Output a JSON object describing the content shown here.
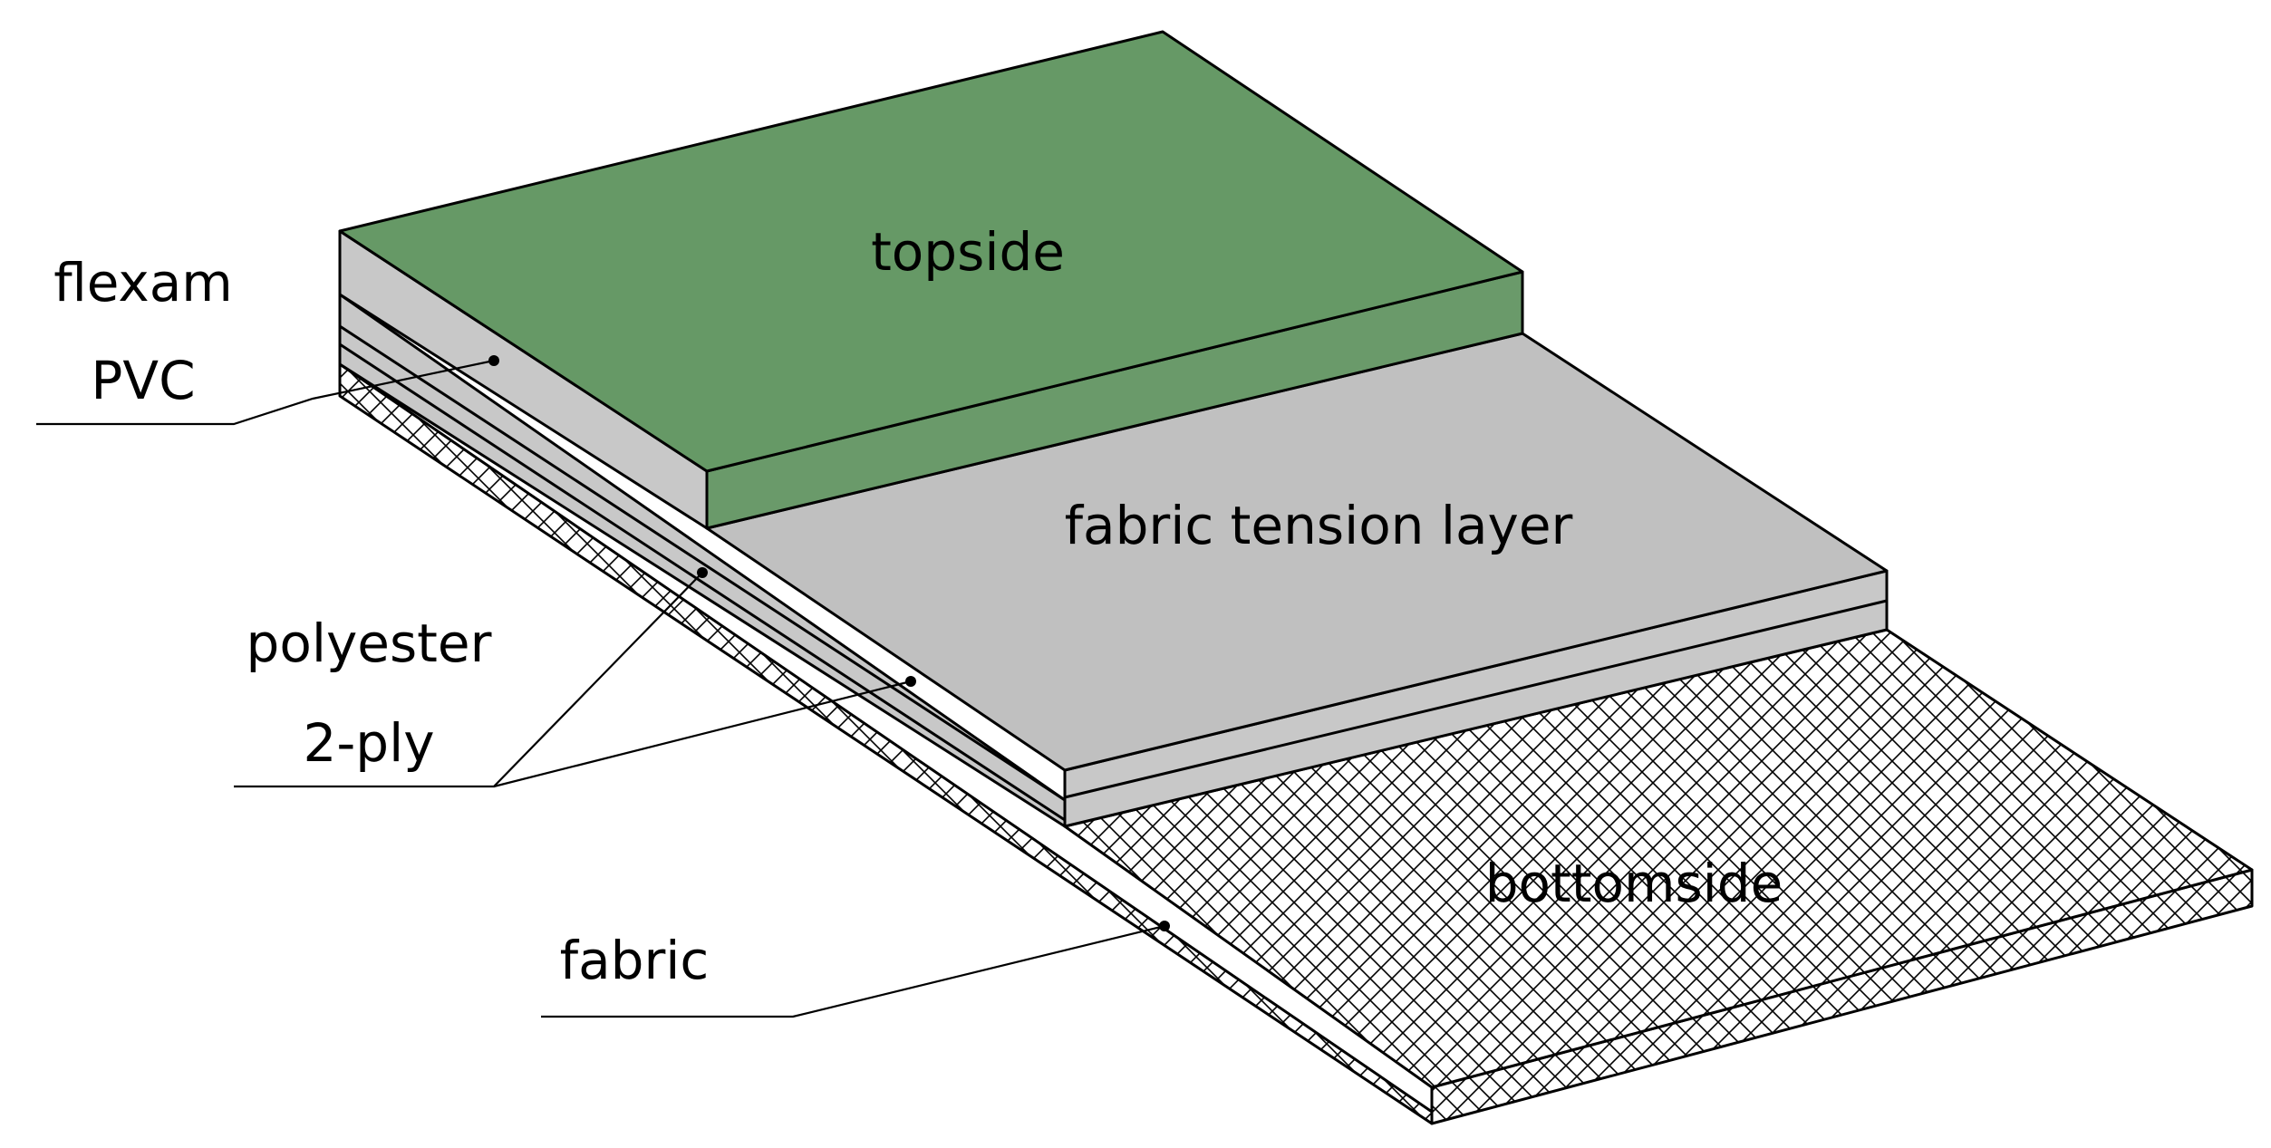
{
  "labels": {
    "topside": "topside",
    "fabric_tension_layer": "fabric tension layer",
    "bottomside": "bottomside",
    "flexam_line1": "flexam",
    "flexam_line2": "PVC",
    "polyester_line1": "polyester",
    "polyester_line2": "2-ply",
    "fabric": "fabric"
  },
  "colors": {
    "topside_top": "#669966",
    "topside_side": "#6a9a6a",
    "tension_layer": "#c0c0c0",
    "tension_layer_side": "#c8c8c8",
    "background": "#ffffff",
    "line": "#000000"
  }
}
